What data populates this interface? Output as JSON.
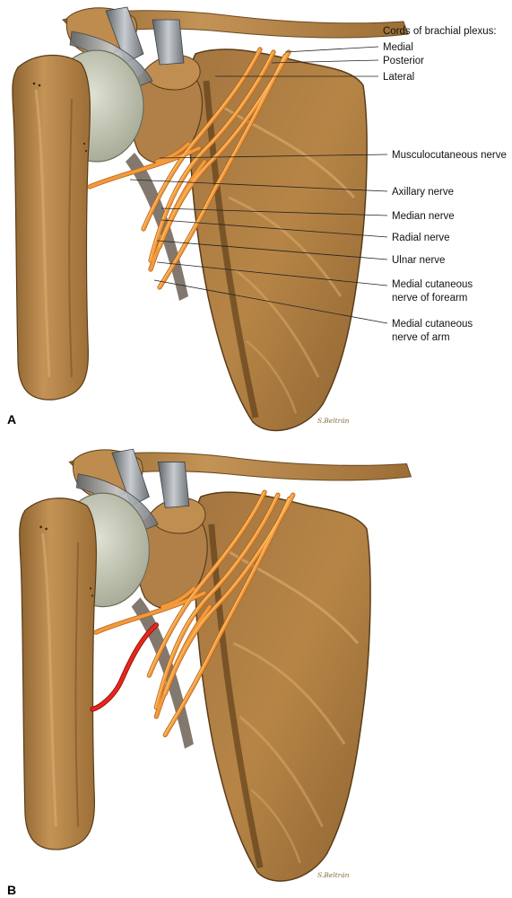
{
  "panel_a": {
    "letter": "A",
    "signature": "S.Beltrán",
    "labels": {
      "cords_heading": "Cords of brachial plexus:",
      "medial": "Medial",
      "posterior": "Posterior",
      "lateral": "Lateral",
      "musculocutaneous": "Musculocutaneous nerve",
      "axillary": "Axillary nerve",
      "median": "Median nerve",
      "radial": "Radial nerve",
      "ulnar": "Ulnar nerve",
      "mcn_forearm_1": "Medial cutaneous",
      "mcn_forearm_2": "nerve of forearm",
      "mcn_arm_1": "Medial cutaneous",
      "mcn_arm_2": "nerve of arm"
    }
  },
  "panel_b": {
    "letter": "B",
    "signature": "S.Beltrán"
  },
  "colors": {
    "bone": "#b88a4e",
    "bone_dark": "#7a5326",
    "bone_light": "#d8ad6e",
    "nerve": "#f29a3c",
    "nerve_highlight": "#fcc878",
    "highlight_nerve": "#e8261c",
    "humeral_head": "#c9ccb8",
    "ligament": "#9aa0a4"
  }
}
